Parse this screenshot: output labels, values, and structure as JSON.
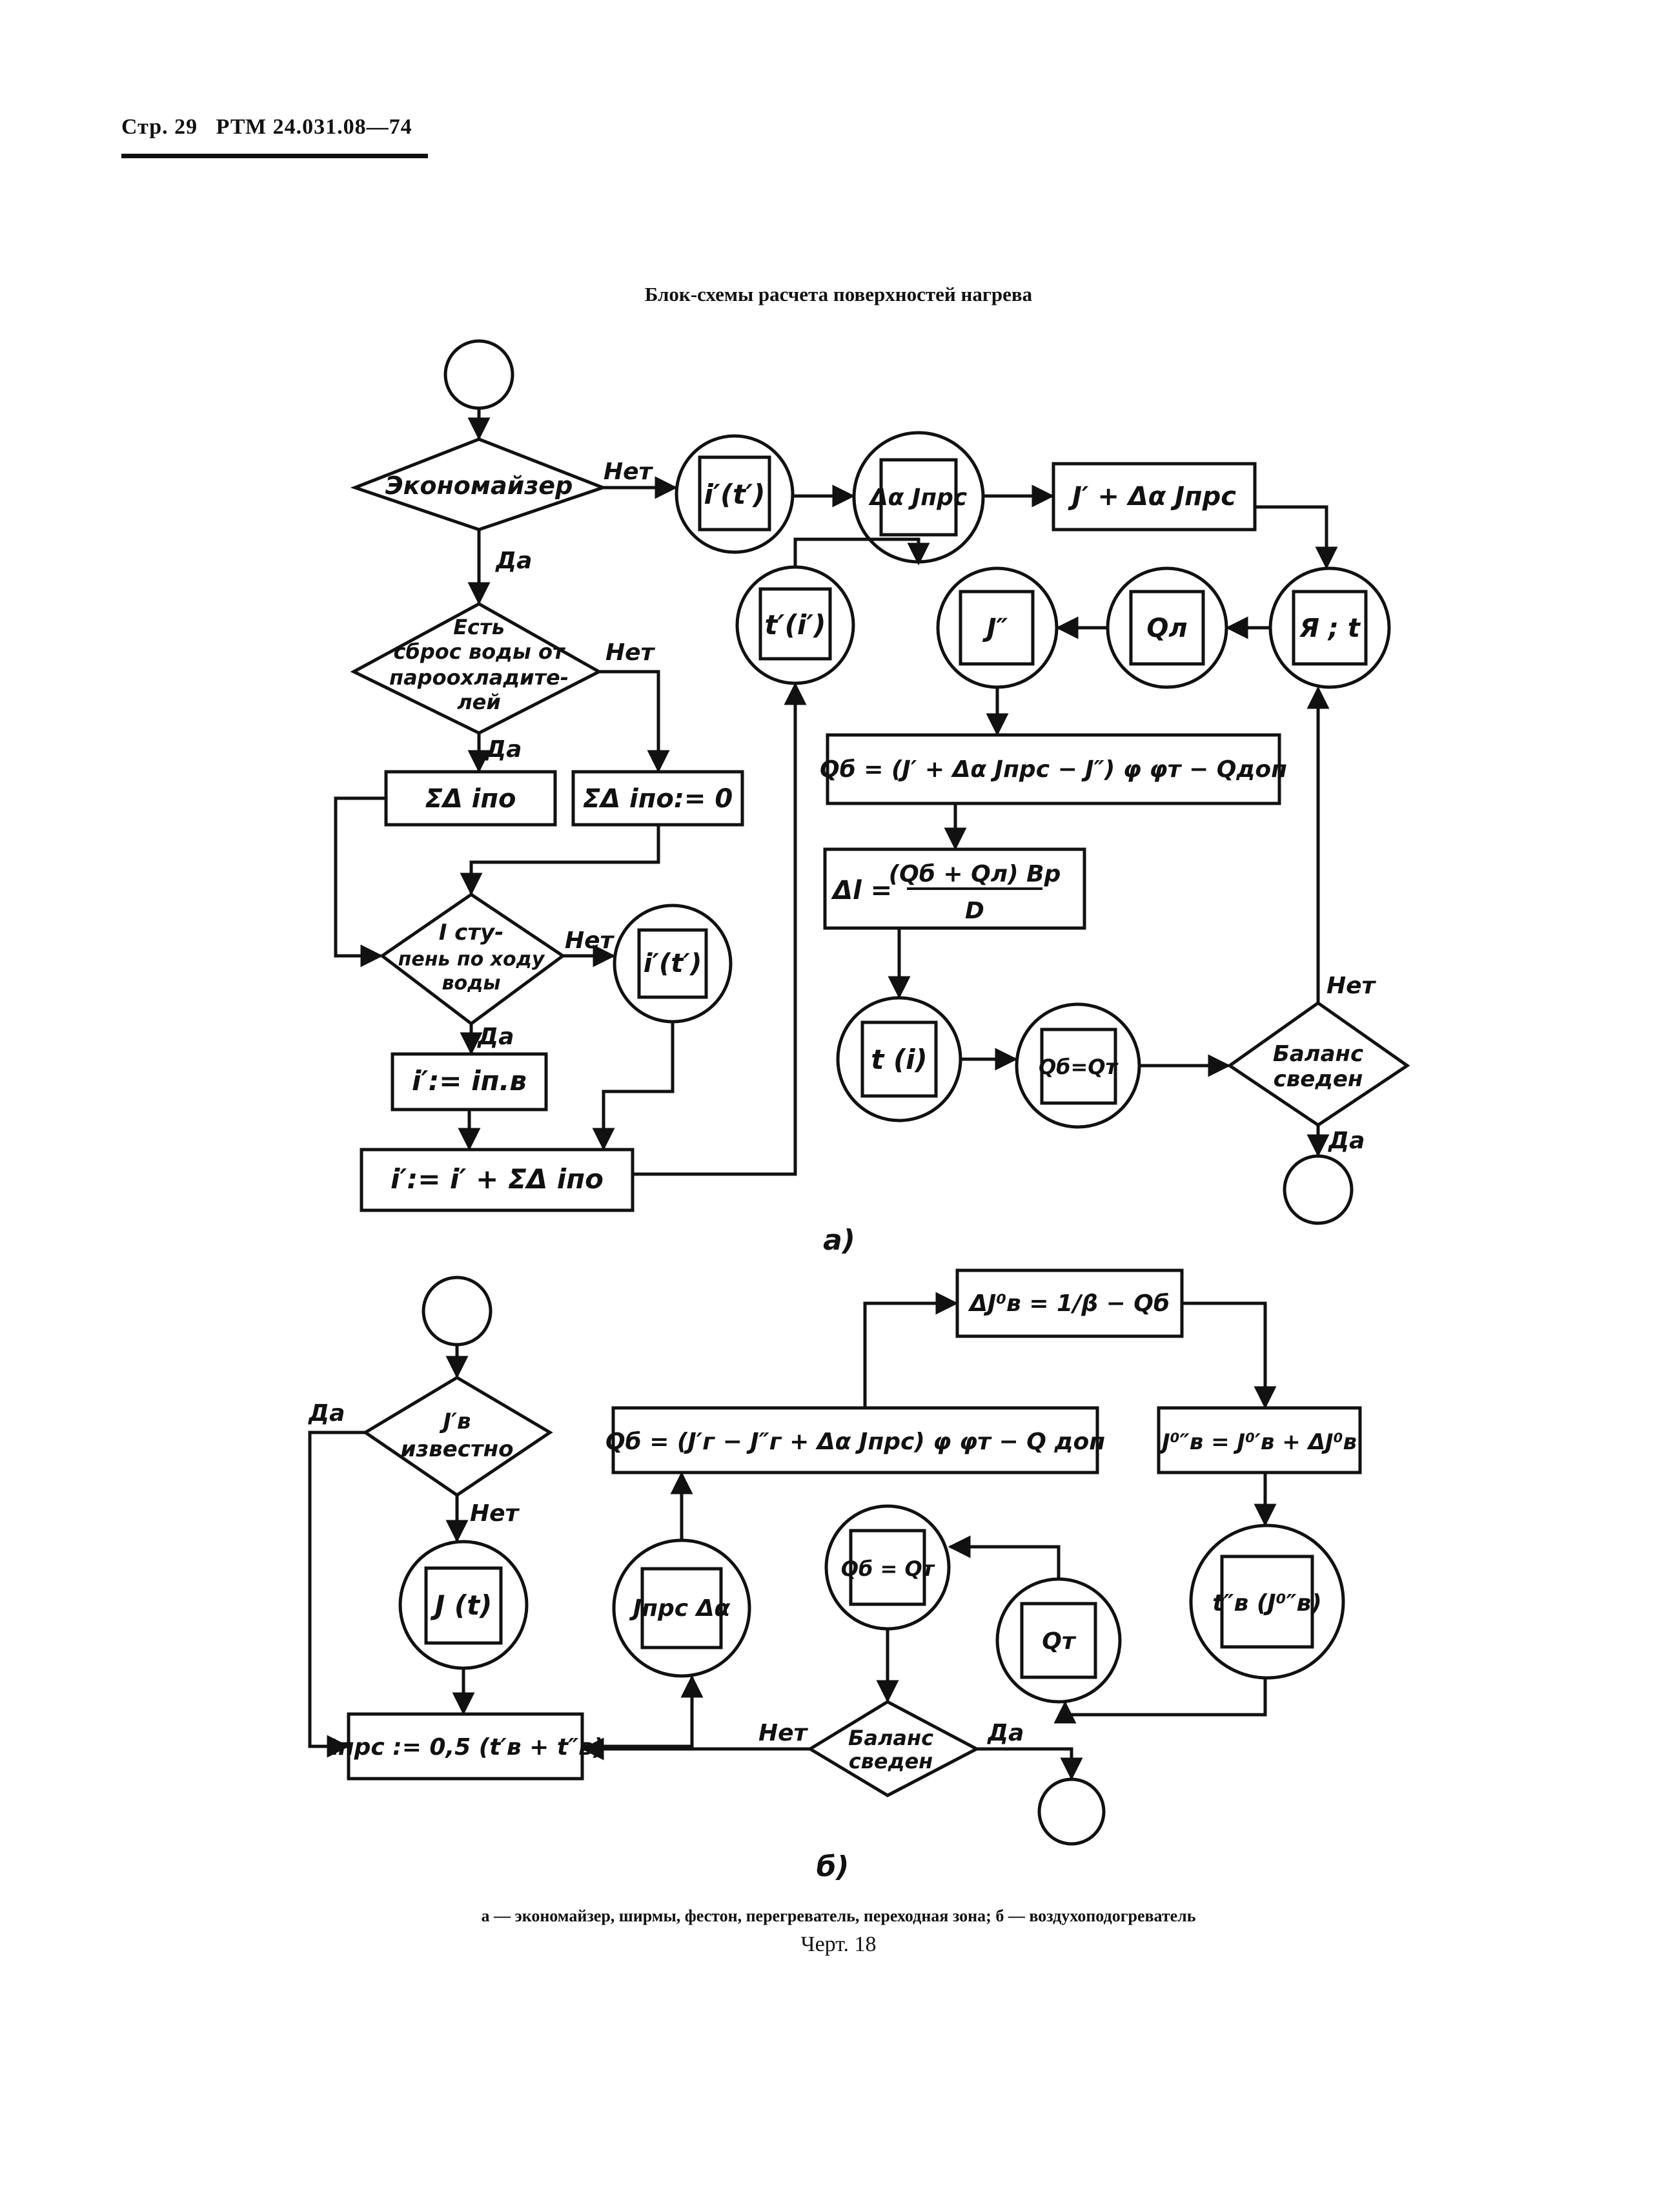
{
  "header": {
    "page": "Стр. 29",
    "doc": "РТМ 24.031.08—74"
  },
  "title": "Блок-схемы расчета поверхностей нагрева",
  "diagram_a": {
    "label": "а)",
    "decision_economizer": "Экономайзер",
    "decision_water": [
      "Есть",
      "сброс воды от",
      "пароохладите-",
      "лей"
    ],
    "decision_stage": [
      "I сту-",
      "пень по ходу",
      "воды"
    ],
    "decision_balance": [
      "Баланс",
      "сведен"
    ],
    "yes": "Да",
    "no": "Нет",
    "box_sum_dipo": "ΣΔ iпо",
    "box_sum_zero": "ΣΔ iпо:= 0",
    "box_i_in": "i′:= iп.в",
    "box_i_assign": "i′:= i′ + ΣΔ iпо",
    "box_j_sum": "J′ + Δα Jпрс",
    "box_qb": "Qб = (J′ + Δα Jпрс − J″) φ φт − Qдоп",
    "box_dl_num": "(Qб + Qл) Bр",
    "box_dl_den": "D",
    "box_dl_lhs": "Δl =",
    "sub_it_1": "i′(t′)",
    "sub_da_jprs": "Δα Jпрс",
    "sub_ti": "t′(i′)",
    "sub_j2": "J″",
    "sub_ql": "Qл",
    "sub_jt": "Я ; t",
    "sub_it_2": "i′(t′)",
    "sub_t_of_i": "t (i)",
    "sub_qb_qt": "Qб=Qт"
  },
  "diagram_b": {
    "label": "б)",
    "decision_known": [
      "J′в",
      "известно"
    ],
    "decision_balance": [
      "Баланс",
      "сведен"
    ],
    "yes": "Да",
    "no": "Нет",
    "box_dj": "ΔJ⁰в = 1/β − Qб",
    "box_qb": "Qб = (J′г − J″г + Δα Jпрс) φ φт − Q доп",
    "box_j2": "J⁰″в = J⁰′в + ΔJ⁰в",
    "box_tprs": "tпрс := 0,5 (t′в + t″в)",
    "sub_jt": "J (t)",
    "sub_jprs": "Jпрс Δα",
    "sub_qb_qt": "Qб = Qт",
    "sub_qt": "Qт",
    "sub_t2": "t″в (J⁰″в)"
  },
  "caption": {
    "line1": "а — экономайзер, ширмы, фестон, перегреватель, переходная зона; б — воздухоподогреватель",
    "line2": "Черт. 18"
  }
}
